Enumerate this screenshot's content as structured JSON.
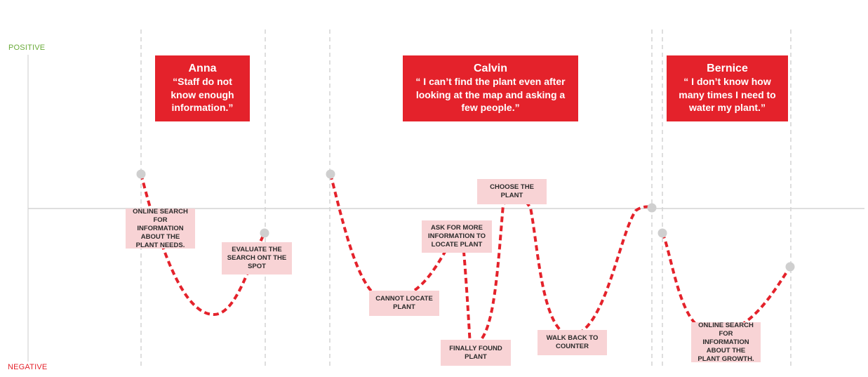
{
  "axis": {
    "positive_label": "POSITIVE",
    "negative_label": "NEGATIVE",
    "positive_color": "#6aab3a",
    "negative_color": "#e4222b"
  },
  "colors": {
    "card_bg": "#e4222b",
    "step_bg": "#f8d3d5",
    "curve": "#e4222b",
    "point": "#cfcfcf",
    "guide": "#c8c8c8"
  },
  "personas": [
    {
      "name": "Anna",
      "quote": "“Staff do not know enough information.”"
    },
    {
      "name": "Calvin",
      "quote": "“ I can’t find the plant even after looking at the map and asking a few people.”"
    },
    {
      "name": "Bernice",
      "quote": "“ I don’t know how many times I need to water my plant.”"
    }
  ],
  "steps": [
    {
      "label": "ONLINE SEARCH FOR INFORMATION ABOUT THE PLANT NEEDS.",
      "persona": "Anna",
      "sentiment": 0.22
    },
    {
      "label": "EVALUATE THE SEARCH ONT THE SPOT",
      "persona": "Anna",
      "sentiment": -0.15
    },
    {
      "label": "CANNOT LOCATE PLANT",
      "persona": "Calvin",
      "sentiment": -0.52
    },
    {
      "label": "ASK FOR MORE INFORMATION TO LOCATE PLANT",
      "persona": "Calvin",
      "sentiment": -0.25
    },
    {
      "label": "FINALLY FOUND PLANT",
      "persona": "Calvin",
      "sentiment": -0.88
    },
    {
      "label": "CHOOSE THE PLANT",
      "persona": "Calvin",
      "sentiment": 0.0
    },
    {
      "label": "WALK BACK TO COUNTER",
      "persona": "Calvin",
      "sentiment": -0.78
    },
    {
      "label": "ONLINE SEARCH FOR INFORMATION ABOUT THE PLANT GROWTH.",
      "persona": "Bernice",
      "sentiment": -0.78
    }
  ]
}
